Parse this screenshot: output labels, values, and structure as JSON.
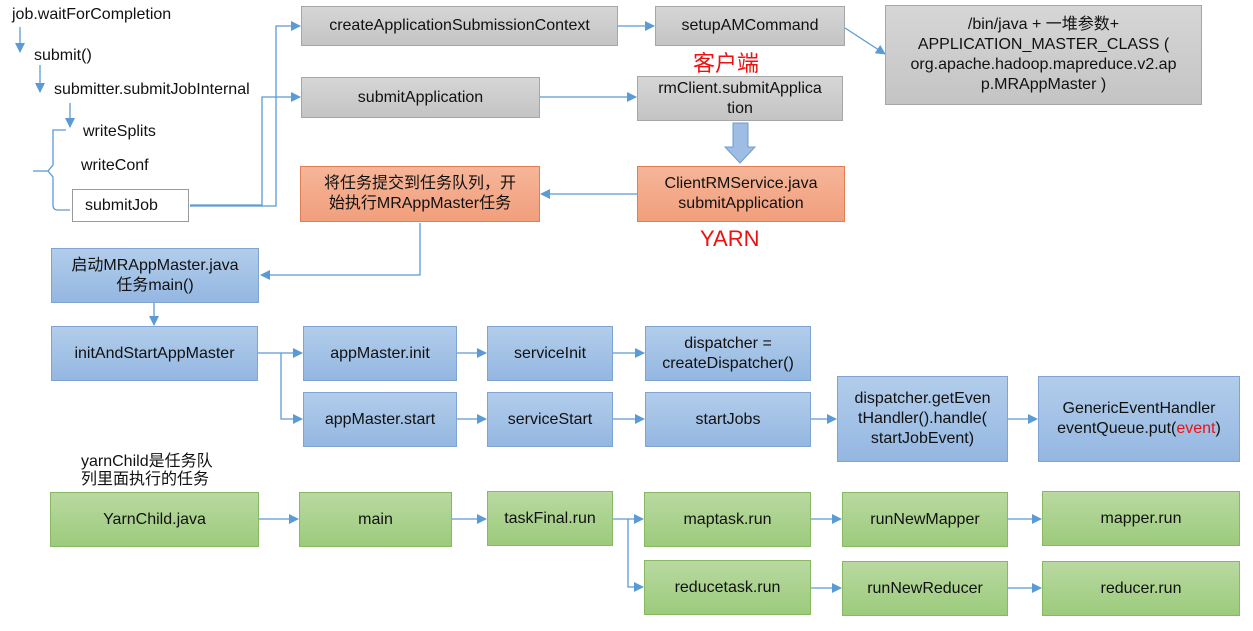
{
  "client_flow": {
    "wait_for_completion": "job.waitForCompletion",
    "submit": "submit()",
    "submit_job_internal": "submitter.submitJobInternal",
    "write_splits": "writeSplits",
    "write_conf": "writeConf",
    "submit_job": "submitJob"
  },
  "client_boxes": {
    "create_context": "createApplicationSubmissionContext",
    "setup_am_command": "setupAMCommand",
    "am_command_line1": "/bin/java + 一堆参数+",
    "am_command_line2": "APPLICATION_MASTER_CLASS (",
    "am_command_line3": "org.apache.hadoop.mapreduce.v2.ap",
    "am_command_line4": "p.MRAppMaster )",
    "submit_application": "submitApplication",
    "rm_client_line1": "rmClient.submitApplica",
    "rm_client_line2": "tion",
    "client_label": "客户端"
  },
  "yarn_boxes": {
    "client_rm_service_line1": "ClientRMService.java",
    "client_rm_service_line2": "submitApplication",
    "queue_task_line1": "将任务提交到任务队列，开",
    "queue_task_line2": "始执行MRAppMaster任务",
    "yarn_label": "YARN"
  },
  "app_master": {
    "start_line1": "启动MRAppMaster.java",
    "start_line2": "任务main()",
    "init_and_start": "initAndStartAppMaster",
    "am_init": "appMaster.init",
    "service_init": "serviceInit",
    "dispatcher_line1": "dispatcher =",
    "dispatcher_line2": "createDispatcher()",
    "am_start": "appMaster.start",
    "service_start": "serviceStart",
    "start_jobs": "startJobs",
    "get_handler_line1": "dispatcher.getEven",
    "get_handler_line2": "tHandler().handle(",
    "get_handler_line3": "startJobEvent)",
    "generic_line1": "GenericEventHandler",
    "generic_line2_prefix": "eventQueue.put(",
    "generic_line2_event": "event",
    "generic_line2_suffix": ")"
  },
  "yarn_child": {
    "note_line1": "yarnChild是任务队",
    "note_line2": "列里面执行的任务",
    "yarn_child_java": "YarnChild.java",
    "main": "main",
    "task_final_run": "taskFinal.run",
    "maptask_run": "maptask.run",
    "run_new_mapper": "runNewMapper",
    "mapper_run": "mapper.run",
    "reducetask_run": "reducetask.run",
    "run_new_reducer": "runNewReducer",
    "reducer_run": "reducer.run"
  },
  "colors": {
    "client": "#c8c8c8",
    "yarn": "#f4a985",
    "app_master": "#9fbfe5",
    "yarn_child": "#a8d08d",
    "connector": "#5b9bd5",
    "highlight_red": "#ee1111"
  }
}
